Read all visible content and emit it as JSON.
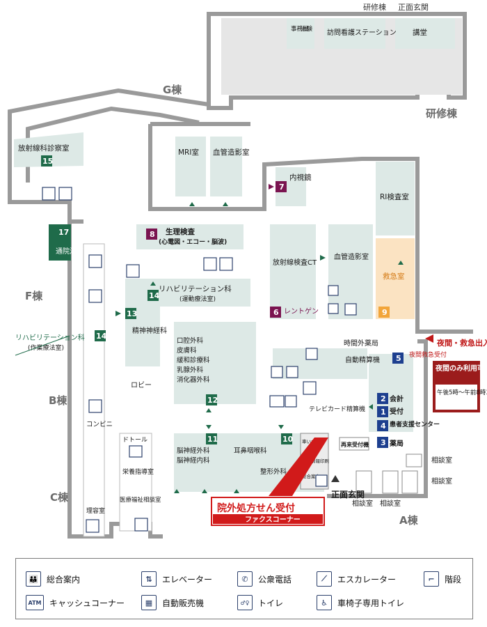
{
  "buildings": {
    "g": "G棟",
    "kenshu_top": "研修棟",
    "shomen_top": "正面玄関",
    "kenshu_right": "研修棟",
    "f": "F棟",
    "b": "B棟",
    "c": "C棟",
    "a": "A棟"
  },
  "rooms": {
    "jimukyoku": "事務局",
    "chiken": "治験",
    "houmon": "訪問看護ステーション",
    "kodo": "講堂",
    "hoshasen": "放射線科診察室",
    "hoshasen_num": "15",
    "mri": "MRI室",
    "kekkan": "血管造影室",
    "naishikyo": "内視鏡",
    "naishikyo_num": "7",
    "ri": "RI検査室",
    "seiri": "生理検査",
    "seiri_sub": "(心電図・エコー・脳波)",
    "seiri_num": "8",
    "tsuin": "通院治療センター",
    "tsuin_num": "17",
    "reha_f": "リハビリテーション科",
    "reha_f_sub": "(運動療法室)",
    "reha_f_num": "14",
    "reha_left": "リハビリテーション科",
    "reha_left_sub": "(作業療法室)",
    "reha_left_num": "14",
    "seishin": "精神神経科",
    "seishin_num": "13",
    "lobby": "ロビー",
    "ct": "放射線検査CT",
    "ct_num": "6",
    "rentogen": "レントゲン",
    "kekkan2": "血管造影室",
    "kyukyu": "救急室",
    "kyukyu_num": "9",
    "koku": "口腔外科",
    "hifu": "皮膚科",
    "kanwa": "緩和診療科",
    "nyusen": "乳腺外科",
    "shoka": "消化器外科",
    "block12_num": "12",
    "noshinkei_geka": "脳神経外科",
    "noshinkei_naika": "脳神経内科",
    "block11_num": "11",
    "jibi": "耳鼻咽喉科",
    "seikei": "整形外科",
    "seikei_num": "10",
    "conveni": "コンビニ",
    "doutoru": "ドトール",
    "eiyo": "栄養指導室",
    "iryo": "医療福祉相談室",
    "riyo": "理容室",
    "jikangai": "時間外薬局",
    "jikangai_num": "5",
    "yakan_uketsuke": "夜間救急受付",
    "jido": "自動精算機",
    "telecard": "テレビカード精算機",
    "kaikei": "会計",
    "kaikei_num": "2",
    "uketsuke": "受付",
    "uketsuke_num": "1",
    "kanja": "患者支援センター",
    "kanja_num": "4",
    "yakkyoku": "薬局",
    "yakkyoku_num": "3",
    "saiyoshin": "再来受付機",
    "kurumaisu": "車いす置場",
    "noinsatsu": "脇院情報印刷",
    "sogo_annai": "総合案内",
    "sodan1": "相談室",
    "sodan2": "相談室",
    "sodan3": "相談室",
    "sodan4": "相談室",
    "shomen": "正面玄関"
  },
  "callouts": {
    "yakan_entrance": "夜間・救急出入口",
    "yakan_only": "夜間のみ利用可能",
    "yakan_hours": "午後5時〜午前8時30分",
    "ingai": "院外処方せん受付",
    "fax": "ファクスコーナー"
  },
  "legend": [
    {
      "icon_name": "info-desk-icon",
      "glyph": "👪",
      "label": "総合案内"
    },
    {
      "icon_name": "elevator-icon",
      "glyph": "⇅",
      "label": "エレベーター"
    },
    {
      "icon_name": "phone-icon",
      "glyph": "✆",
      "label": "公衆電話"
    },
    {
      "icon_name": "escalator-icon",
      "glyph": "⟋",
      "label": "エスカレーター"
    },
    {
      "icon_name": "stairs-icon",
      "glyph": "⌐",
      "label": "階段"
    },
    {
      "icon_name": "atm-icon",
      "glyph": "ATM",
      "label": "キャッシュコーナー"
    },
    {
      "icon_name": "vending-icon",
      "glyph": "▦",
      "label": "自動販売機"
    },
    {
      "icon_name": "toilet-icon",
      "glyph": "♂♀",
      "label": "トイレ"
    },
    {
      "icon_name": "wheelchair-toilet-icon",
      "glyph": "♿",
      "label": "車椅子専用トイレ"
    }
  ],
  "colors": {
    "room": "#dde9e6",
    "wall": "#9a9a9a",
    "green": "#1f6b4a",
    "purple": "#7a1450",
    "navy": "#1d3f8f",
    "orange": "#f2a53a",
    "emergency": "#fbe3c2",
    "red": "#d11a1a",
    "darkred": "#9b1c1c"
  }
}
